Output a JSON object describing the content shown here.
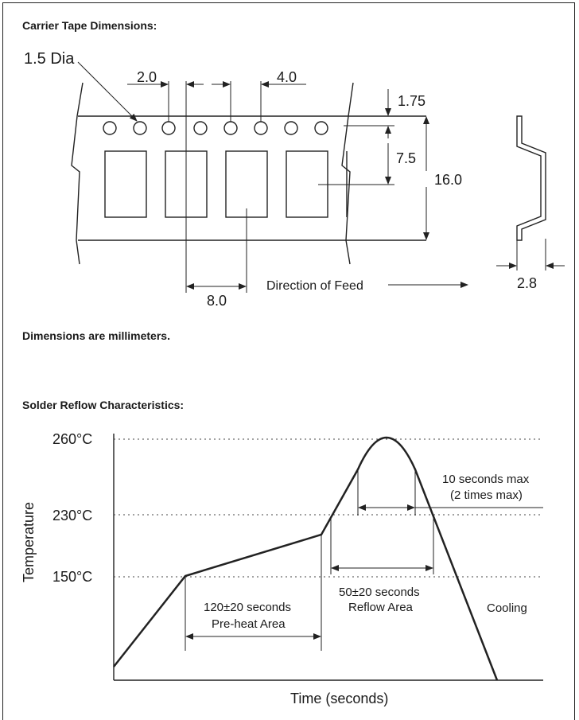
{
  "tape": {
    "heading": "Carrier Tape Dimensions:",
    "hole_dia_label": "1.5 Dia",
    "pitch_hole_label": "2.0",
    "pitch_sprocket_label": "4.0",
    "edge_label": "1.75",
    "center_label": "7.5",
    "width_label": "16.0",
    "pocket_pitch_label": "8.0",
    "feed_label": "Direction of Feed",
    "thickness_label": "2.8",
    "units_note": "Dimensions are millimeters."
  },
  "reflow": {
    "heading": "Solder Reflow Characteristics:",
    "y_ticks": [
      "260°C",
      "230°C",
      "150°C"
    ],
    "ylabel": "Temperature",
    "xlabel": "Time (seconds)",
    "peak_note_1": "10 seconds max",
    "peak_note_2": "(2 times max)",
    "reflow_1": "50±20 seconds",
    "reflow_2": "Reflow Area",
    "preheat_1": "120±20 seconds",
    "preheat_2": "Pre-heat Area",
    "cooling": "Cooling"
  }
}
